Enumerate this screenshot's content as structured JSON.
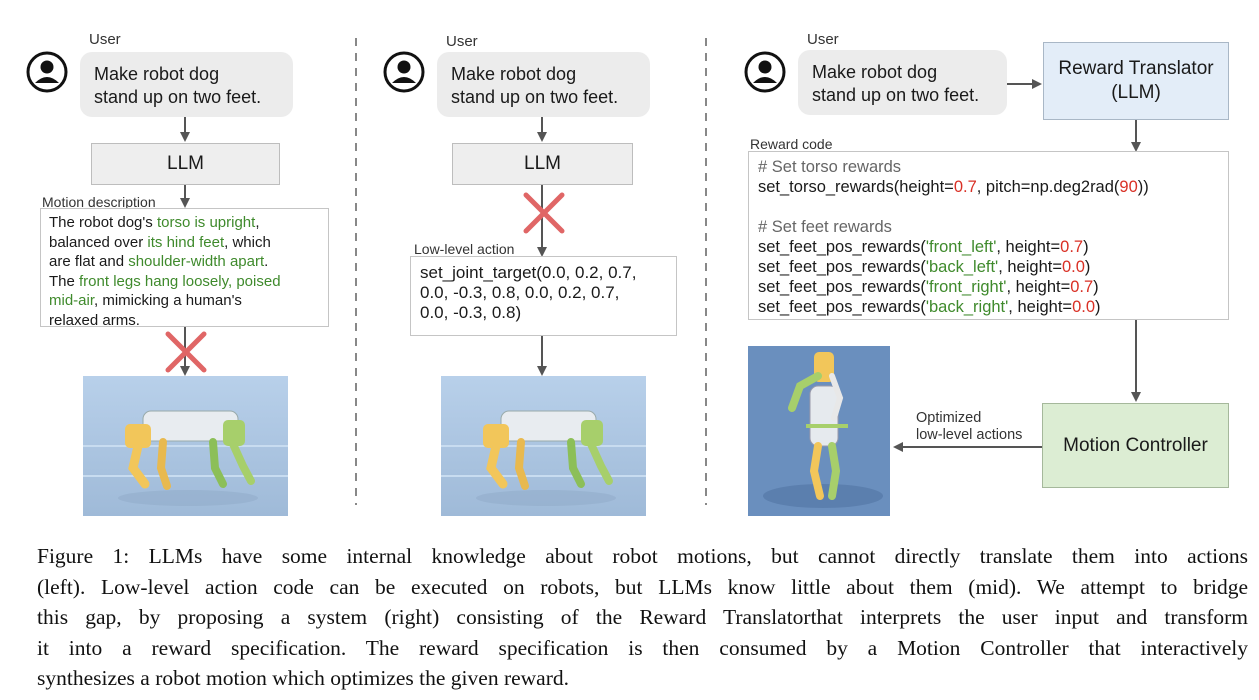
{
  "left": {
    "user_label": "User",
    "prompt": [
      "Make robot dog",
      "stand up on two feet."
    ],
    "llm_label": "LLM",
    "motion_label": "Motion description",
    "motion_lines": [
      [
        {
          "t": "The robot dog's "
        },
        {
          "t": "torso is upright",
          "g": true
        },
        {
          "t": ","
        }
      ],
      [
        {
          "t": "balanced over "
        },
        {
          "t": "its hind feet",
          "g": true
        },
        {
          "t": ", which"
        }
      ],
      [
        {
          "t": "are flat and "
        },
        {
          "t": "shoulder-width apart",
          "g": true
        },
        {
          "t": "."
        }
      ],
      [
        {
          "t": "The "
        },
        {
          "t": "front legs hang loosely, poised",
          "g": true
        }
      ],
      [
        {
          "t": "mid-air",
          "g": true
        },
        {
          "t": ", mimicking a human's"
        }
      ],
      [
        {
          "t": "relaxed arms."
        }
      ]
    ]
  },
  "mid": {
    "user_label": "User",
    "prompt": [
      "Make robot dog",
      "stand up on two feet."
    ],
    "llm_label": "LLM",
    "lowlevel_label": "Low-level action",
    "lowlevel_lines": [
      "set_joint_target(0.0, 0.2, 0.7,",
      "0.0, -0.3, 0.8, 0.0, 0.2, 0.7,",
      "0.0, -0.3, 0.8)"
    ]
  },
  "right": {
    "user_label": "User",
    "prompt": [
      "Make robot dog",
      "stand up on two feet."
    ],
    "translator_label": [
      "Reward Translator",
      "(LLM)"
    ],
    "reward_code_label": "Reward code",
    "code_lines": [
      [
        {
          "t": "# Set torso rewards",
          "c": "comment"
        }
      ],
      [
        {
          "t": "set_torso_rewards(height="
        },
        {
          "t": "0.7",
          "c": "num"
        },
        {
          "t": ", pitch=np.deg2rad("
        },
        {
          "t": "90",
          "c": "num"
        },
        {
          "t": "))"
        }
      ],
      [
        {
          "t": ""
        }
      ],
      [
        {
          "t": "# Set feet rewards",
          "c": "comment"
        }
      ],
      [
        {
          "t": "set_feet_pos_rewards("
        },
        {
          "t": "'front_left'",
          "c": "str"
        },
        {
          "t": ", height="
        },
        {
          "t": "0.7",
          "c": "num"
        },
        {
          "t": ")"
        }
      ],
      [
        {
          "t": "set_feet_pos_rewards("
        },
        {
          "t": "'back_left'",
          "c": "str"
        },
        {
          "t": ", height="
        },
        {
          "t": "0.0",
          "c": "num"
        },
        {
          "t": ")"
        }
      ],
      [
        {
          "t": "set_feet_pos_rewards("
        },
        {
          "t": "'front_right'",
          "c": "str"
        },
        {
          "t": ", height="
        },
        {
          "t": "0.7",
          "c": "num"
        },
        {
          "t": ")"
        }
      ],
      [
        {
          "t": "set_feet_pos_rewards("
        },
        {
          "t": "'back_right'",
          "c": "str"
        },
        {
          "t": ", height="
        },
        {
          "t": "0.0",
          "c": "num"
        },
        {
          "t": ")"
        }
      ]
    ],
    "optimized_label": [
      "Optimized",
      "low-level actions"
    ],
    "controller_label": "Motion Controller"
  },
  "caption_lines": [
    "Figure 1: LLMs have some internal knowledge about robot motions, but cannot directly translate them into actions",
    "(left). Low-level action code can be executed on robots, but LLMs know little about them (mid). We attempt to bridge",
    "this gap, by proposing a system (right) consisting of the Reward Translatorthat interprets the user input and transform",
    "it into a reward specification. The reward specification is then consumed by a Motion Controller that interactively",
    "synthesizes a robot motion which optimizes the given reward."
  ],
  "colors": {
    "translator_fill": "#e3edf8",
    "controller_fill": "#dcedd3",
    "cross": "#e06666",
    "green_text": "#3f8a2c",
    "number_text": "#d93025"
  }
}
